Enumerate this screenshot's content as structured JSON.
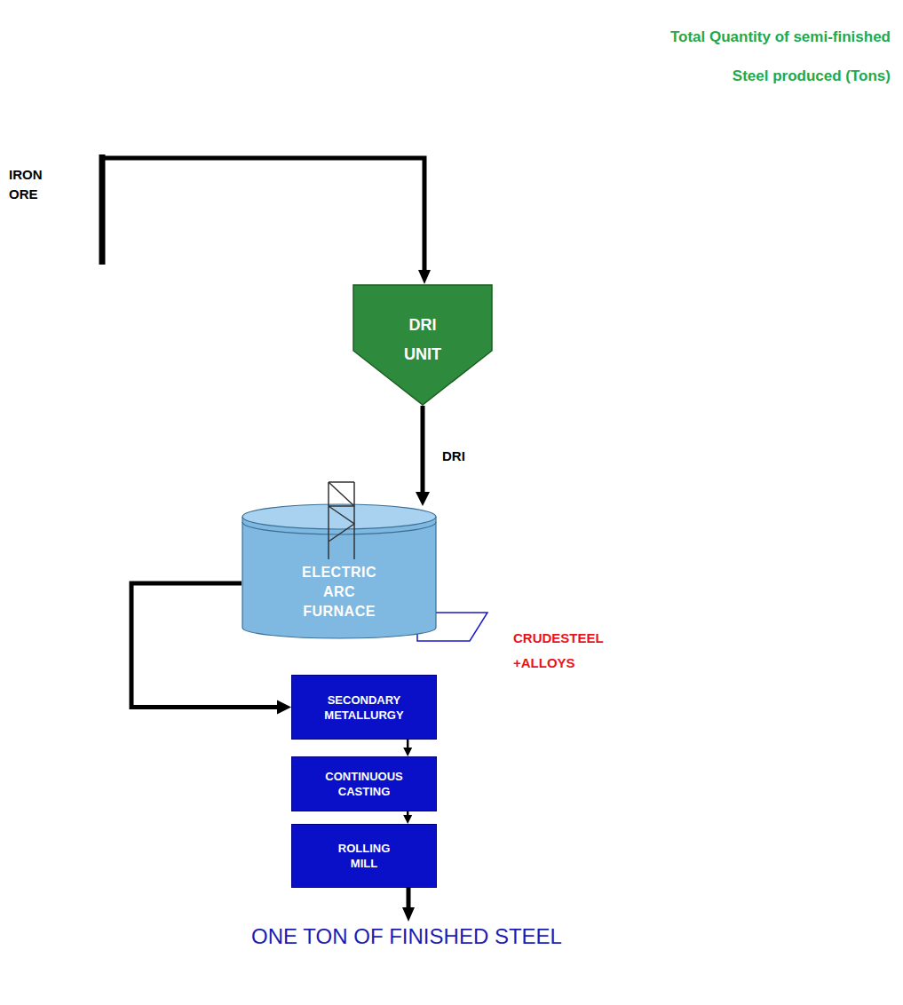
{
  "diagram": {
    "title": "Total Quantity of semi-finished Steel produced (Tons)",
    "nodes": [
      {
        "text": [
          "DRI UNIT"
        ]
      },
      {
        "text": [
          "ELECTRIC ARC FURNACE"
        ]
      },
      {
        "text": [
          "SECONDARY METALLURGY"
        ]
      },
      {
        "text": [
          "CONTINUOUS CASTING"
        ]
      },
      {
        "text": [
          "ROLLING MILL"
        ]
      }
    ],
    "edges": [
      {
        "from": 0,
        "to": 1,
        "arrow": "to",
        "label": "DRI"
      },
      {
        "from": 1,
        "to": 2,
        "arrow": "to"
      },
      {
        "from": 2,
        "to": 3,
        "arrow": "to"
      },
      {
        "from": 3,
        "to": 4,
        "arrow": "to"
      }
    ],
    "labels": [
      "IRON ORE",
      "CRUDESTEEL +ALLOYS",
      "ONE TON OF FINISHED STEEL"
    ]
  }
}
